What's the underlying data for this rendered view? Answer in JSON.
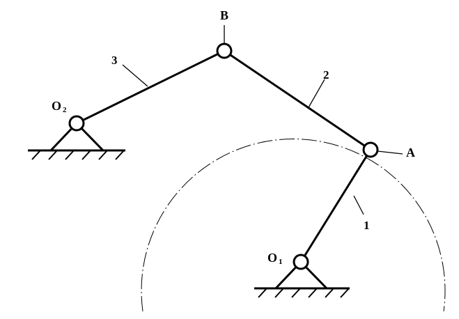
{
  "points": {
    "B": "B",
    "A": "A",
    "O1": "O",
    "O1_sub": "1",
    "O2": "O",
    "O2_sub": "2"
  },
  "links": {
    "link1": "1",
    "link2": "2",
    "link3": "3"
  }
}
